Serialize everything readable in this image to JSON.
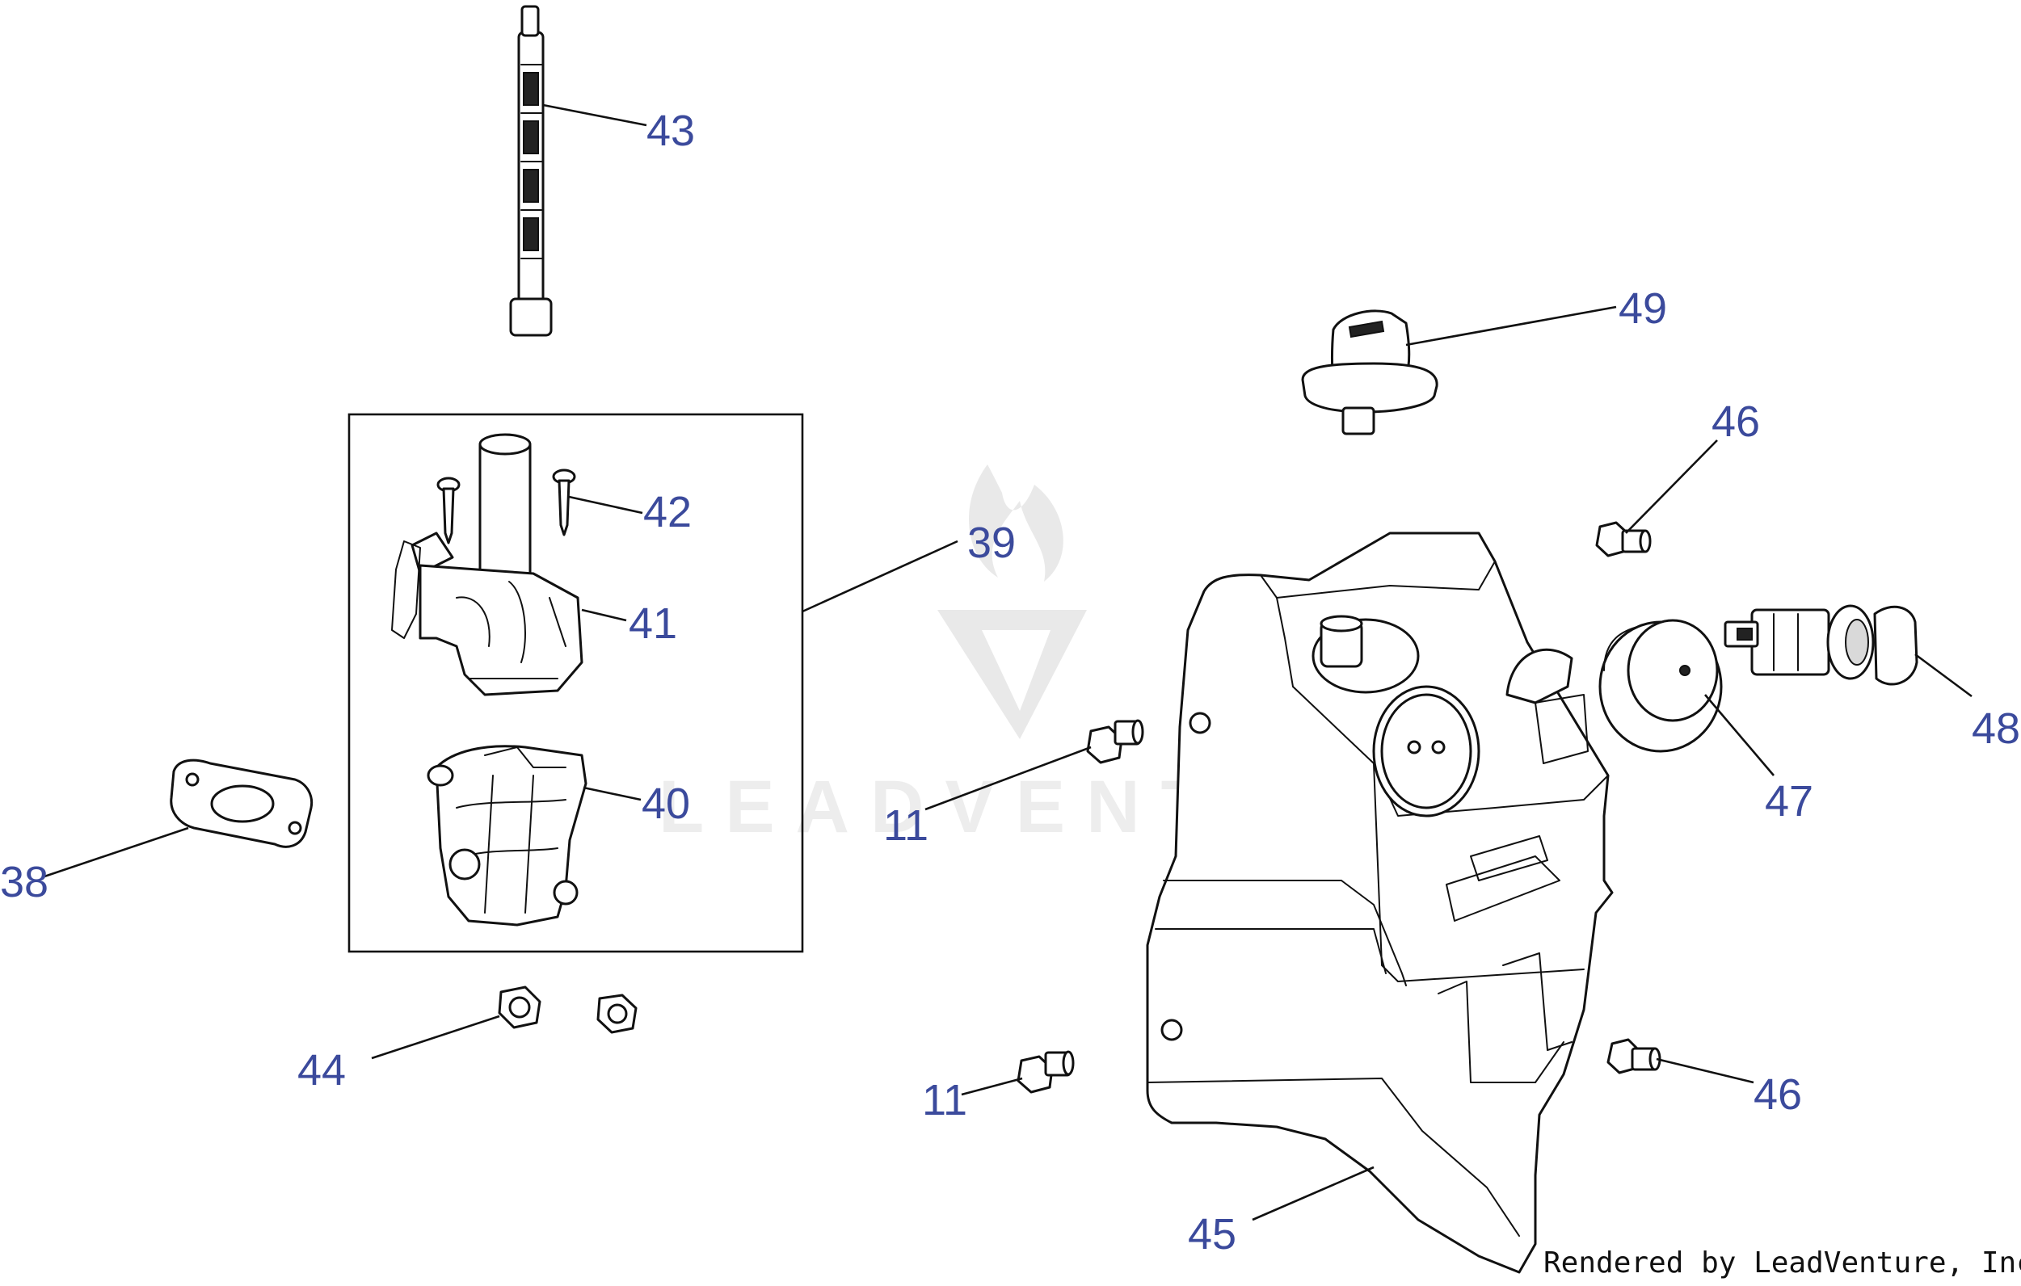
{
  "watermark": {
    "brand": "LEADVENTURE"
  },
  "footer": {
    "credit": "Rendered by LeadVenture, Inc."
  },
  "callouts": {
    "c43": "43",
    "c49": "49",
    "c46a": "46",
    "c42": "42",
    "c39": "39",
    "c41": "41",
    "c48": "48",
    "c47": "47",
    "c40": "40",
    "c11a": "11",
    "c38": "38",
    "c44": "44",
    "c11b": "11",
    "c46b": "46",
    "c45": "45"
  },
  "colors": {
    "callout": "#3b4a9c",
    "line": "#111111",
    "watermark": "#e9e9e9"
  }
}
